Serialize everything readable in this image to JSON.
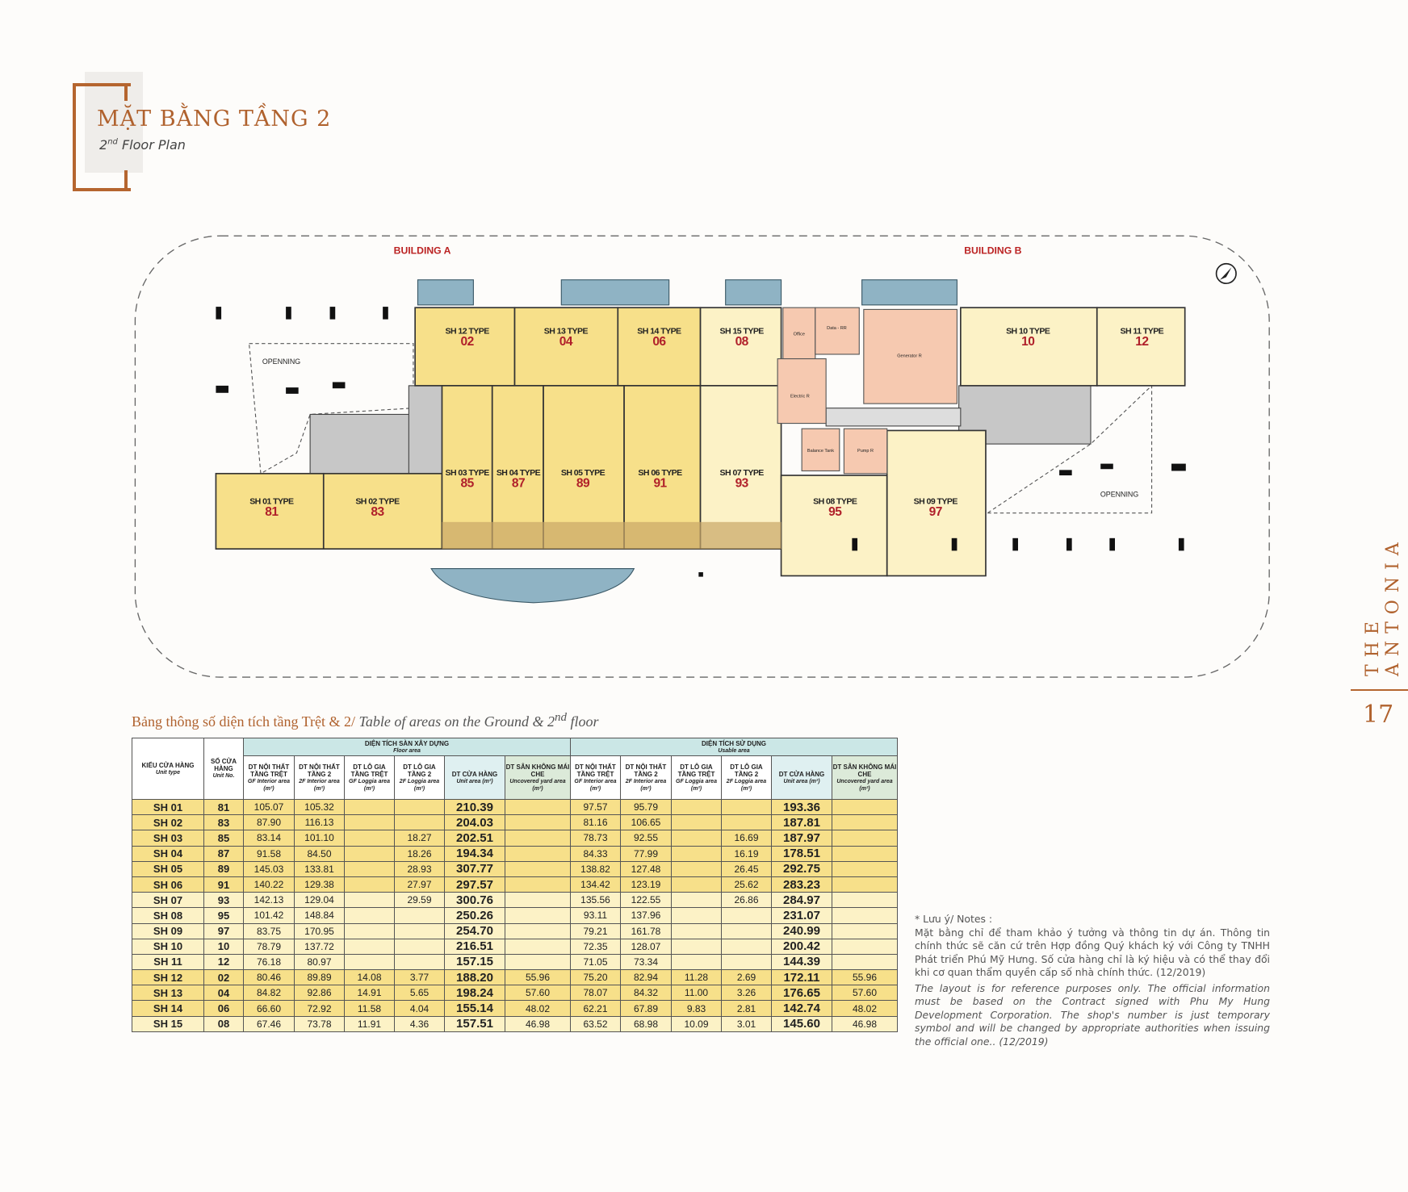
{
  "header": {
    "title": "MẶT BẰNG TẦNG 2",
    "subtitle_ord": "2",
    "subtitle_sup": "nd",
    "subtitle_rest": " Floor Plan"
  },
  "floorplan": {
    "building_a": "BUILDING A",
    "building_b": "BUILDING B",
    "opening_left": "OPENNING",
    "opening_right": "OPENNING",
    "units": [
      {
        "label": "SH 12 TYPE",
        "number": "02"
      },
      {
        "label": "SH 13 TYPE",
        "number": "04"
      },
      {
        "label": "SH 14 TYPE",
        "number": "06"
      },
      {
        "label": "SH 15 TYPE",
        "number": "08"
      },
      {
        "label": "SH 10 TYPE",
        "number": "10"
      },
      {
        "label": "SH 11 TYPE",
        "number": "12"
      },
      {
        "label": "SH 01 TYPE",
        "number": "81"
      },
      {
        "label": "SH 02 TYPE",
        "number": "83"
      },
      {
        "label": "SH 03 TYPE",
        "number": "85"
      },
      {
        "label": "SH 04 TYPE",
        "number": "87"
      },
      {
        "label": "SH 05 TYPE",
        "number": "89"
      },
      {
        "label": "SH 06 TYPE",
        "number": "91"
      },
      {
        "label": "SH 07 TYPE",
        "number": "93"
      },
      {
        "label": "SH 08 TYPE",
        "number": "95"
      },
      {
        "label": "SH 09 TYPE",
        "number": "97"
      }
    ],
    "rooms": {
      "office": "Office",
      "data": "Data - RR",
      "generator": "Generator R",
      "electric": "Electric R",
      "balance_tank": "Balance Tank",
      "pump": "Pump R"
    }
  },
  "table": {
    "title_vi": "Bảng thông số diện tích tầng Trệt & 2/ ",
    "title_en": "Table of areas on the Ground & 2",
    "title_sup": "nd",
    "title_end": " floor",
    "col_unit_type": {
      "vi": "KIỂU CỬA HÀNG",
      "en": "Unit type"
    },
    "col_unit_no": {
      "vi": "SỐ CỬA HÀNG",
      "en": "Unit No."
    },
    "group_floor": {
      "vi": "DIỆN TÍCH SÀN XÂY DỰNG",
      "en": "Floor area"
    },
    "group_usable": {
      "vi": "DIỆN TÍCH SỬ DỤNG",
      "en": "Usable area"
    },
    "subcols": [
      {
        "vi": "DT NỘI THẤT TẦNG TRỆT",
        "en": "GF Interior area (m²)"
      },
      {
        "vi": "DT NỘI THẤT TẦNG 2",
        "en": "2F Interior area (m²)"
      },
      {
        "vi": "DT LÔ GIA TẦNG TRỆT",
        "en": "GF Loggia area (m²)"
      },
      {
        "vi": "DT LÔ GIA TẦNG 2",
        "en": "2F Loggia area (m²)"
      },
      {
        "vi": "DT CỬA HÀNG",
        "en": "Unit area (m²)"
      },
      {
        "vi": "DT SÂN KHÔNG MÁI CHE",
        "en": "Uncovered yard area (m²)"
      }
    ],
    "rows": [
      {
        "type": "SH 01",
        "no": "81",
        "v": [
          "105.07",
          "105.32",
          "",
          "",
          "210.39",
          "",
          "97.57",
          "95.79",
          "",
          "",
          "193.36",
          ""
        ]
      },
      {
        "type": "SH 02",
        "no": "83",
        "v": [
          "87.90",
          "116.13",
          "",
          "",
          "204.03",
          "",
          "81.16",
          "106.65",
          "",
          "",
          "187.81",
          ""
        ]
      },
      {
        "type": "SH 03",
        "no": "85",
        "v": [
          "83.14",
          "101.10",
          "",
          "18.27",
          "202.51",
          "",
          "78.73",
          "92.55",
          "",
          "16.69",
          "187.97",
          ""
        ]
      },
      {
        "type": "SH 04",
        "no": "87",
        "v": [
          "91.58",
          "84.50",
          "",
          "18.26",
          "194.34",
          "",
          "84.33",
          "77.99",
          "",
          "16.19",
          "178.51",
          ""
        ]
      },
      {
        "type": "SH 05",
        "no": "89",
        "v": [
          "145.03",
          "133.81",
          "",
          "28.93",
          "307.77",
          "",
          "138.82",
          "127.48",
          "",
          "26.45",
          "292.75",
          ""
        ]
      },
      {
        "type": "SH 06",
        "no": "91",
        "v": [
          "140.22",
          "129.38",
          "",
          "27.97",
          "297.57",
          "",
          "134.42",
          "123.19",
          "",
          "25.62",
          "283.23",
          ""
        ]
      },
      {
        "type": "SH 07",
        "no": "93",
        "v": [
          "142.13",
          "129.04",
          "",
          "29.59",
          "300.76",
          "",
          "135.56",
          "122.55",
          "",
          "26.86",
          "284.97",
          ""
        ]
      },
      {
        "type": "SH 08",
        "no": "95",
        "v": [
          "101.42",
          "148.84",
          "",
          "",
          "250.26",
          "",
          "93.11",
          "137.96",
          "",
          "",
          "231.07",
          ""
        ]
      },
      {
        "type": "SH 09",
        "no": "97",
        "v": [
          "83.75",
          "170.95",
          "",
          "",
          "254.70",
          "",
          "79.21",
          "161.78",
          "",
          "",
          "240.99",
          ""
        ]
      },
      {
        "type": "SH 10",
        "no": "10",
        "v": [
          "78.79",
          "137.72",
          "",
          "",
          "216.51",
          "",
          "72.35",
          "128.07",
          "",
          "",
          "200.42",
          ""
        ]
      },
      {
        "type": "SH 11",
        "no": "12",
        "v": [
          "76.18",
          "80.97",
          "",
          "",
          "157.15",
          "",
          "71.05",
          "73.34",
          "",
          "",
          "144.39",
          ""
        ]
      },
      {
        "type": "SH 12",
        "no": "02",
        "v": [
          "80.46",
          "89.89",
          "14.08",
          "3.77",
          "188.20",
          "55.96",
          "75.20",
          "82.94",
          "11.28",
          "2.69",
          "172.11",
          "55.96"
        ]
      },
      {
        "type": "SH 13",
        "no": "04",
        "v": [
          "84.82",
          "92.86",
          "14.91",
          "5.65",
          "198.24",
          "57.60",
          "78.07",
          "84.32",
          "11.00",
          "3.26",
          "176.65",
          "57.60"
        ]
      },
      {
        "type": "SH 14",
        "no": "06",
        "v": [
          "66.60",
          "72.92",
          "11.58",
          "4.04",
          "155.14",
          "48.02",
          "62.21",
          "67.89",
          "9.83",
          "2.81",
          "142.74",
          "48.02"
        ]
      },
      {
        "type": "SH 15",
        "no": "08",
        "v": [
          "67.46",
          "73.78",
          "11.91",
          "4.36",
          "157.51",
          "46.98",
          "63.52",
          "68.98",
          "10.09",
          "3.01",
          "145.60",
          "46.98"
        ]
      }
    ]
  },
  "notes": {
    "heading": "* Lưu ý/ Notes :",
    "vi": "Mặt bằng chỉ để tham khảo ý tưởng và thông tin dự án. Thông tin chính thức sẽ căn cứ trên Hợp đồng Quý khách ký với Công ty TNHH Phát triển Phú Mỹ Hưng. Số cửa hàng chỉ là ký hiệu và có thể thay đổi khi cơ quan thẩm quyền cấp số nhà chính thức. (12/2019)",
    "en": "The layout is for reference purposes only. The official information must be based on the Contract signed with Phu My Hung Development Corporation. The shop's number is just temporary symbol and will be changed by appropriate authorities when issuing the official one.. (12/2019)"
  },
  "brand": "THE ANTONIA",
  "page_number": "17",
  "colors": {
    "accent": "#b0622e",
    "unit_yellow": "#f7e08a",
    "unit_light": "#fcf2c6",
    "service_pink": "#f6c9b0",
    "glass": "#7fa6b8"
  }
}
